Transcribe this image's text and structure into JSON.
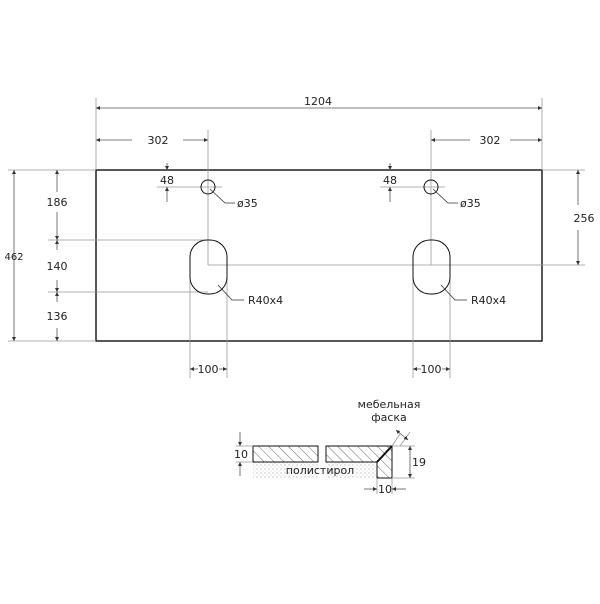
{
  "plan": {
    "overall_width": "1204",
    "left_offset": "302",
    "right_offset": "302",
    "overall_depth": "462",
    "depth_top": "186",
    "depth_slot": "140",
    "depth_bottom": "136",
    "right_depth": "256",
    "hole_offset_left": "48",
    "hole_offset_right": "48",
    "hole_diameter_left": "ø35",
    "hole_diameter_right": "ø35",
    "slot_radius_left": "R40x4",
    "slot_radius_right": "R40x4",
    "slot_width_left": "100",
    "slot_width_right": "100"
  },
  "section": {
    "chamfer_label_line1": "мебельная",
    "chamfer_label_line2": "фаска",
    "top_thickness": "10",
    "total_thickness": "19",
    "edge_width": "10",
    "core_label": "полистирол"
  }
}
